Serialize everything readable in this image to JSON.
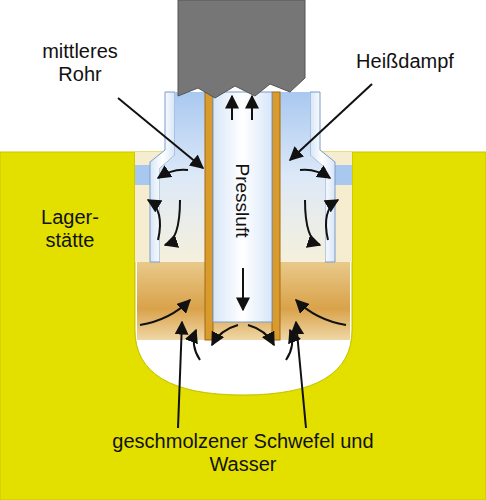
{
  "diagram": {
    "labels": [
      "mittleres Rohr",
      "Heißdampf",
      "Lager- stätte",
      "Pressluft",
      "geschmolzener Schwefel und Wasser"
    ]
  }
}
